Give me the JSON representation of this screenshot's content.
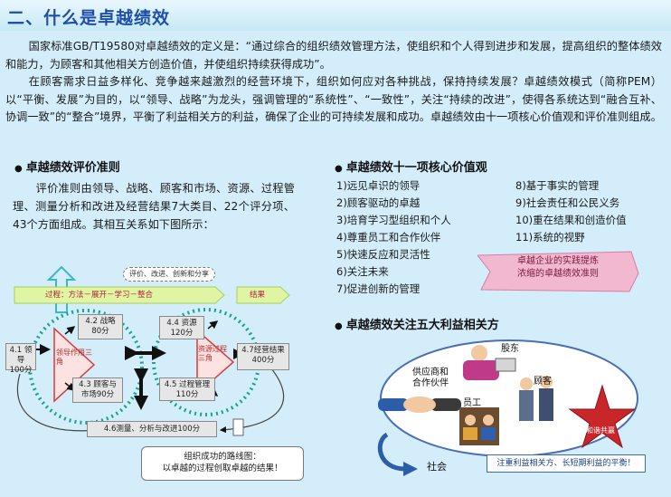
{
  "header": {
    "title": "二、什么是卓越绩效"
  },
  "intro": {
    "p1": "国家标准GB/T19580对卓越绩效的定义是：“通过综合的组织绩效管理方法，使组织和个人得到进步和发展，提高组织的整体绩效和能力，为顾客和其他相关方创造价值，并使组织持续获得成功”。",
    "p2": "在顾客需求日益多样化、竞争越来越激烈的经营环境下，组织如何应对各种挑战，保持持续发展？卓越绩效模式（简称PEM）以“平衡、发展”为目的，以“领导、战略”为龙头，强调管理的“系统性”、“一致性”，关注“持续的改进”，使得各系统达到“融合互补、协调一致”的“整合”境界，平衡了利益相关方的利益，确保了企业的可持续发展和成功。卓越绩效由十一项核心价值观和评价准则组成。"
  },
  "evaluation": {
    "heading": "卓越绩效评价准则",
    "text": "评价准则由领导、战略、顾客和市场、资源、过程管理、测量分析和改进及经营结果7大类目、22个评分项、43个方面组成。其相互关系如下图所示：",
    "diagram": {
      "pill": "评价、改进、创新和分享",
      "band_left": "过程：方法－展开－学习－整合",
      "band_right": "结果",
      "box_leader": "4.1 领导\n100分",
      "box_strategy": "4.2 战略\n80分",
      "box_customer": "4.3 顾客与\n市场90分",
      "box_resource": "4.4 资源\n120分",
      "box_process": "4.5 过程管理\n110分",
      "box_result": "4.7经营结果\n400分",
      "box_measure": "4.6测量、分析与改进100分",
      "tri_left": "领导作用三角",
      "tri_right": "资源过程三角",
      "route_line1": "组织成功的路线图：",
      "route_line2": "以卓越的过程创取卓越的结果！"
    }
  },
  "core_values": {
    "heading": "卓越绩效十一项核心价值观",
    "left": [
      "1)远见卓识的领导",
      "2)顾客驱动的卓越",
      "3)培育学习型组织和个人",
      "4)尊重员工和合作伙伴",
      "5)快速反应和灵活性",
      "6)关注未来",
      "7)促进创新的管理"
    ],
    "right": [
      "8)基于事实的管理",
      "9)社会责任和公民义务",
      "10)重在结果和创造价值",
      "11)系统的视野"
    ],
    "banner_line1": "卓越企业的实践提炼",
    "banner_line2": "浓缩的卓越绩效准则"
  },
  "stakeholders": {
    "heading": "卓越绩效关注五大利益相关方",
    "shareholder": "股东",
    "supplier_line1": "供应商和",
    "supplier_line2": "合作伙伴",
    "customer": "顾客",
    "employee": "员工",
    "society": "社会",
    "star": "和谐共赢",
    "footnote": "注重利益相关方、长短期利益的平衡！"
  },
  "colors": {
    "background": "#d3eefa",
    "title": "#1f4fa8",
    "accent_red": "#b3213a",
    "dotted_teal": "#1aa38f",
    "banner_pink": "#f2b8cf"
  }
}
